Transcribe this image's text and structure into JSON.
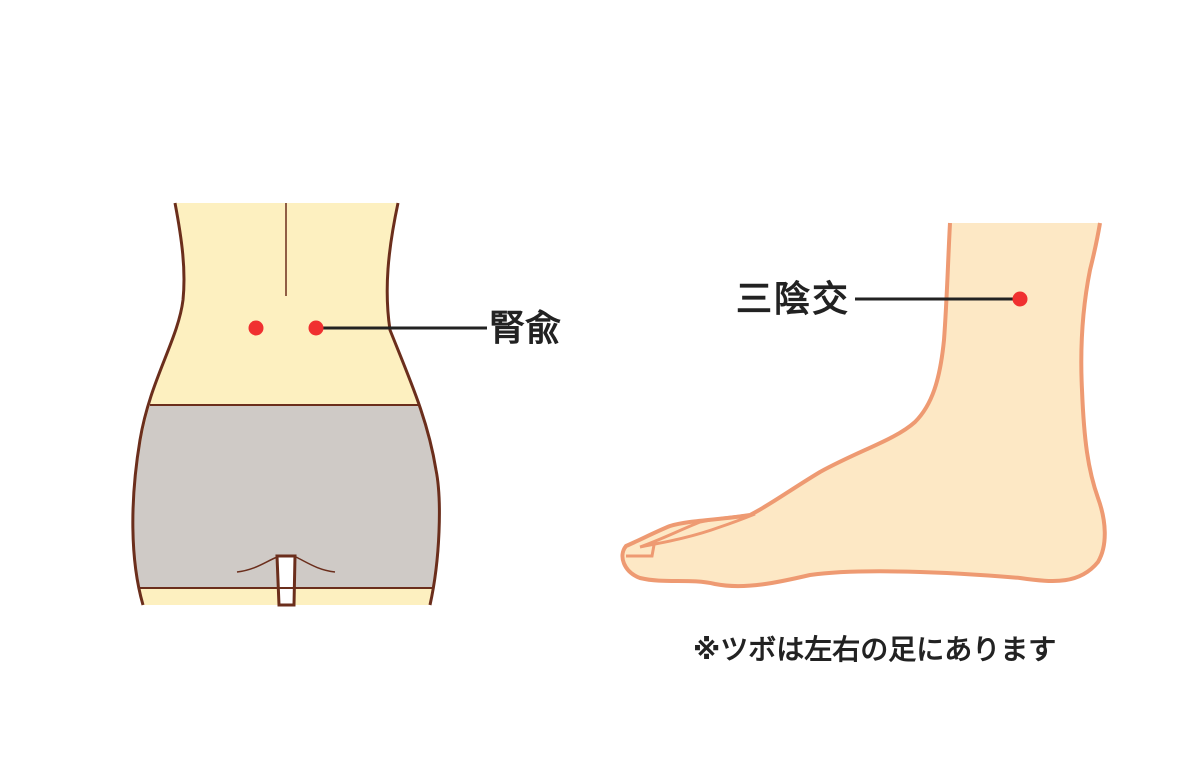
{
  "back_figure": {
    "point_label": "腎兪"
  },
  "foot_figure": {
    "point_label": "三陰交"
  },
  "note": "※ツボは左右の足にあります",
  "colors": {
    "skin_back": "#fdf0c0",
    "outline_back": "#6b2e1c",
    "shorts": "#cfcac6",
    "skin_foot": "#fde8c5",
    "outline_foot": "#ee9a72",
    "point": "#f03030",
    "leader": "#222222"
  }
}
